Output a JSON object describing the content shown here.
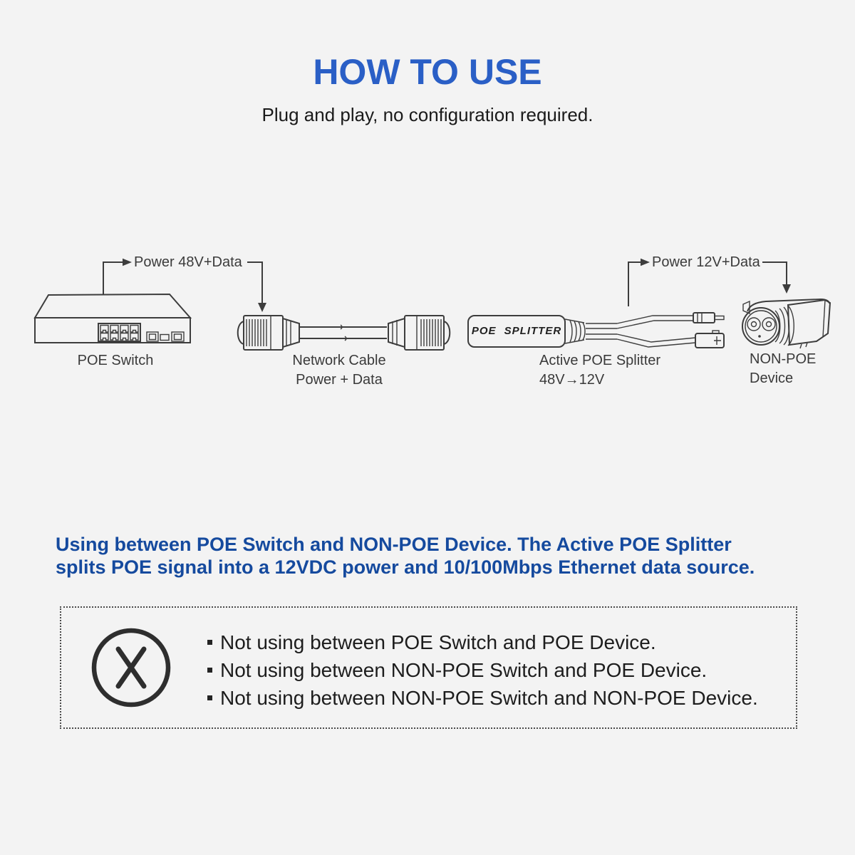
{
  "header": {
    "title": "HOW TO USE",
    "subtitle": "Plug and play, no configuration required."
  },
  "diagram": {
    "arrow_labels": {
      "input": "Power 48V+Data",
      "output": "Power 12V+Data"
    },
    "splitter_device_text": "POE SPLITTER",
    "captions": {
      "switch": "POE Switch",
      "cable_line1": "Network Cable",
      "cable_line2": "Power + Data",
      "splitter_line1": "Active POE Splitter",
      "splitter_line2": "48V→12V",
      "device_line1": "NON-POE",
      "device_line2": "Device"
    }
  },
  "description": {
    "line1": "Using between POE Switch and NON-POE Device. The Active POE Splitter",
    "line2": "splits POE signal into a 12VDC power and 10/100Mbps Ethernet data source."
  },
  "warnings": {
    "items": [
      "Not using between POE Switch and POE Device.",
      "Not using between NON-POE Switch and POE Device.",
      "Not using between NON-POE Switch and NON-POE Device."
    ]
  },
  "colors": {
    "title_blue": "#2a5fc6",
    "description_blue": "#154a9e",
    "line_art": "#3d3d3d",
    "background": "#f3f3f3"
  }
}
